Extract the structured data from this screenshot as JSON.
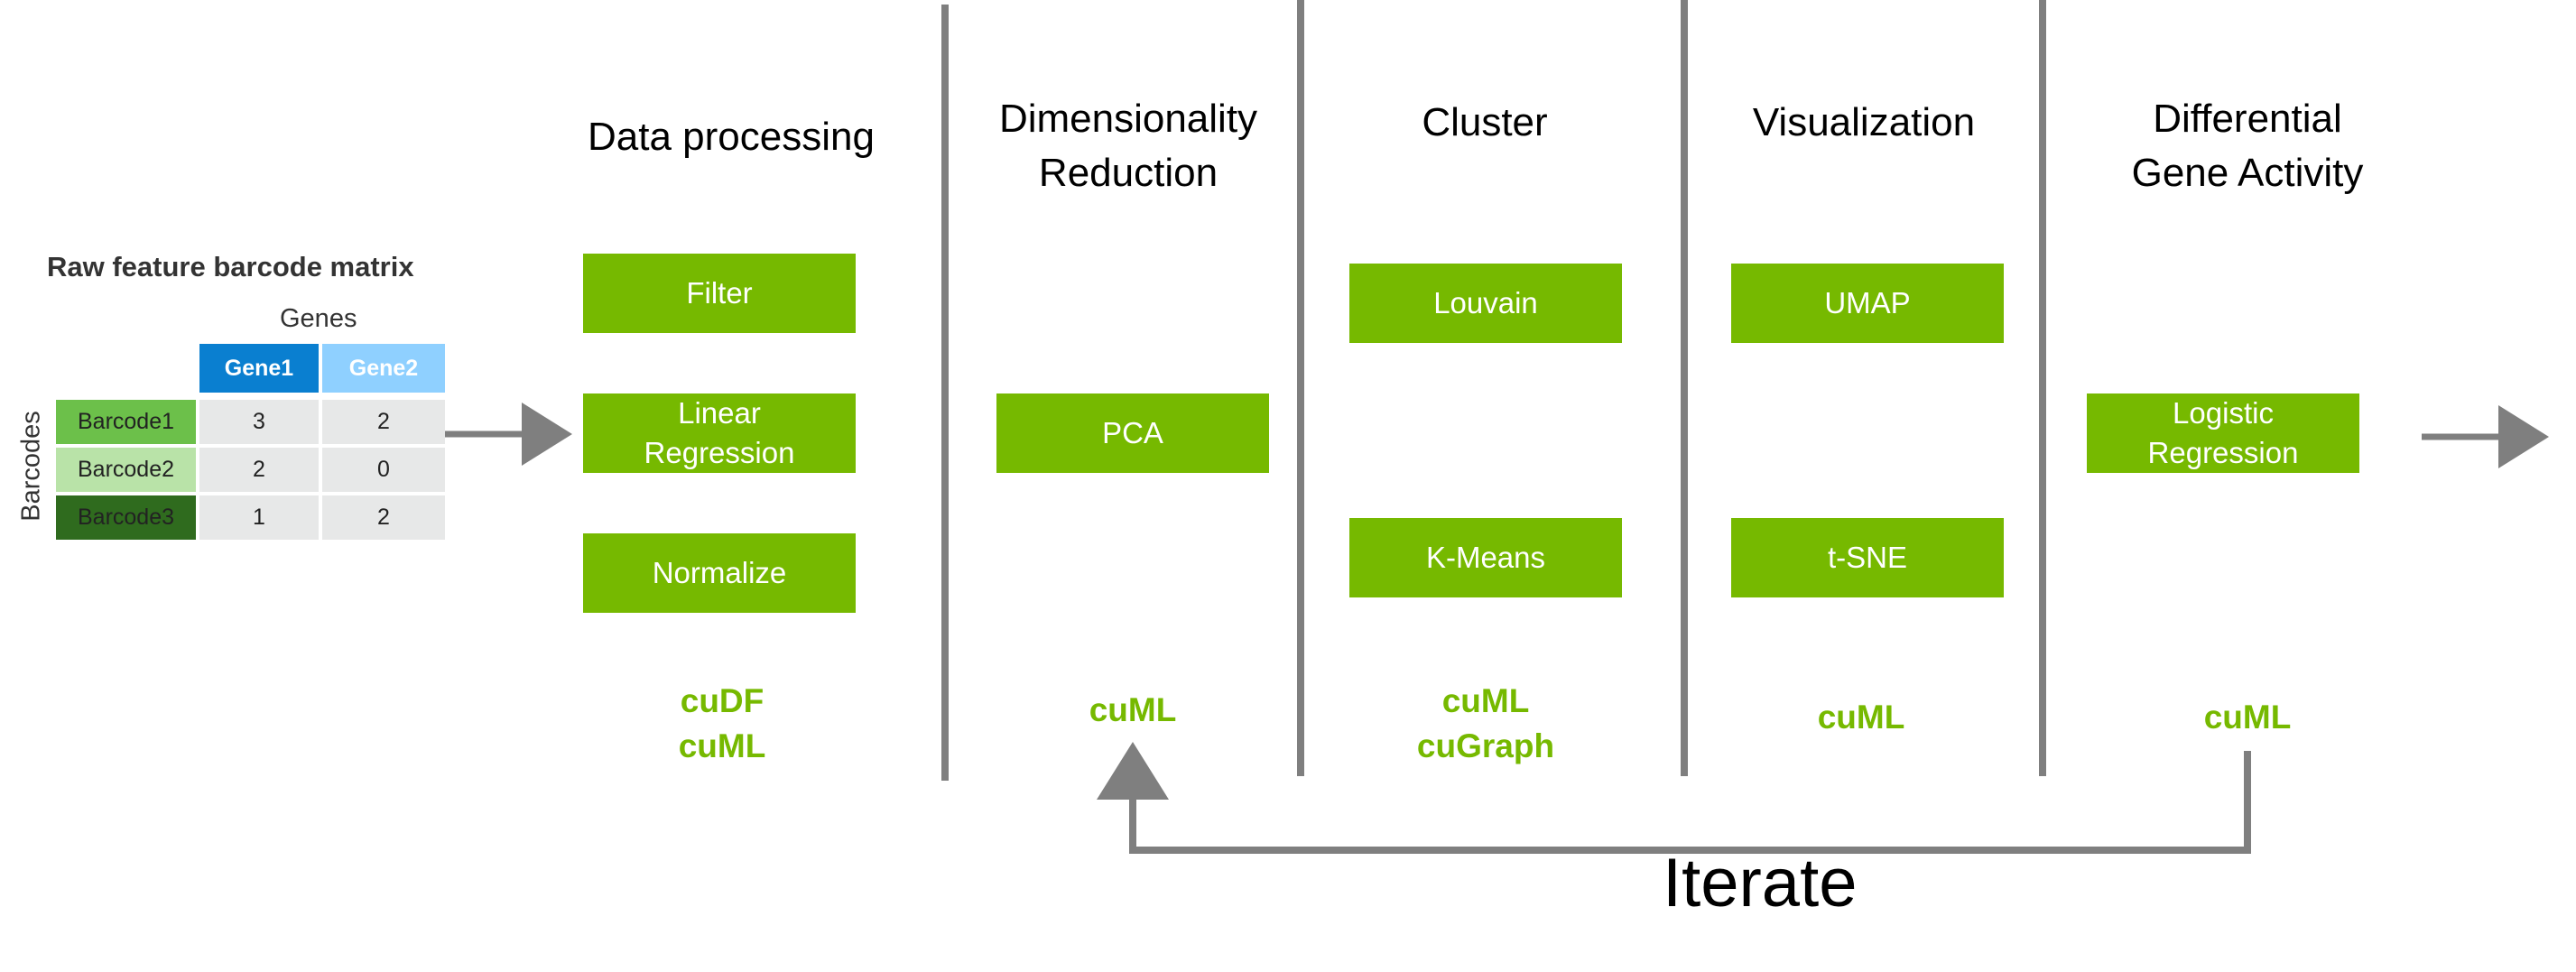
{
  "matrix": {
    "title": "Raw feature barcode matrix",
    "genes_label": "Genes",
    "barcodes_label": "Barcodes",
    "gene_headers": [
      "Gene1",
      "Gene2"
    ],
    "rows": [
      {
        "barcode": "Barcode1",
        "values": [
          "3",
          "2"
        ]
      },
      {
        "barcode": "Barcode2",
        "values": [
          "2",
          "0"
        ]
      },
      {
        "barcode": "Barcode3",
        "values": [
          "1",
          "2"
        ]
      }
    ],
    "colors": {
      "gene1": "#0a7fd0",
      "gene2": "#8fd0ff",
      "barcode1": "#6cc04a",
      "barcode2": "#b9e3a8",
      "barcode3": "#2f6b1e",
      "cell": "#e7e8e8"
    }
  },
  "stages": [
    {
      "title_lines": [
        "Data processing"
      ],
      "steps": [
        "Filter",
        "Linear Regression",
        "Normalize"
      ],
      "libs": [
        "cuDF",
        "cuML"
      ]
    },
    {
      "title_lines": [
        "Dimensionality",
        "Reduction"
      ],
      "steps": [
        "PCA"
      ],
      "libs": [
        "cuML"
      ]
    },
    {
      "title_lines": [
        "Cluster"
      ],
      "steps": [
        "Louvain",
        "K-Means"
      ],
      "libs": [
        "cuML",
        "cuGraph"
      ]
    },
    {
      "title_lines": [
        "Visualization"
      ],
      "steps": [
        "UMAP",
        "t-SNE"
      ],
      "libs": [
        "cuML"
      ]
    },
    {
      "title_lines": [
        "Differential",
        "Gene Activity"
      ],
      "steps": [
        "Logistic Regression"
      ],
      "libs": [
        "cuML"
      ]
    }
  ],
  "iterate_label": "Iterate",
  "colors": {
    "accent": "#76b900",
    "divider": "#7f7f7f",
    "arrow": "#7f7f7f"
  }
}
